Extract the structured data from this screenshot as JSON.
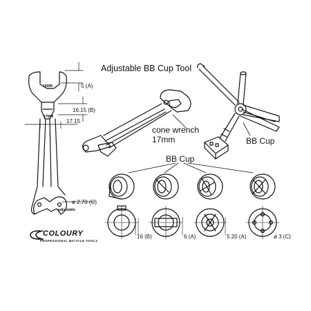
{
  "title": "Adjustable BB Cup Tool",
  "tool_labels": {
    "cone_wrench": "cone wrench",
    "cone_wrench_size": "17mm",
    "bb_cup_right": "BB Cup",
    "bb_cup_group": "BB Cup"
  },
  "side_view_dims": {
    "slot_16mm": "16MM",
    "slot_17mm": "17MM",
    "d_5a": "5 (A)",
    "d_16_15b": "16.15 (B)",
    "d_17_15": "17.15",
    "d_2_70c": "ø 2.70 (C)",
    "adjustable": "adjustable"
  },
  "cup_dims": [
    {
      "label": "16 (B)"
    },
    {
      "label": "6 (A)"
    },
    {
      "label": "5.20 (A)"
    },
    {
      "label": "ø 3 (C)"
    }
  ],
  "brand": {
    "name": "COLOURY",
    "tagline": "PROFESSIONAL BICYCLE TOOLS"
  }
}
